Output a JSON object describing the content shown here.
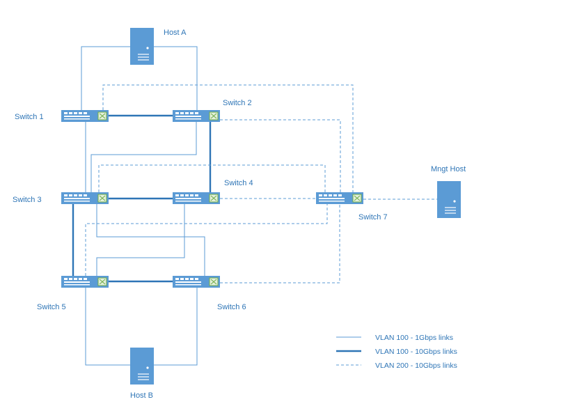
{
  "nodes": {
    "host_a": {
      "label": "Host A"
    },
    "host_b": {
      "label": "Host B"
    },
    "mngt_host": {
      "label": "Mngt Host"
    },
    "switch_1": {
      "label": "Switch 1"
    },
    "switch_2": {
      "label": "Switch 2"
    },
    "switch_3": {
      "label": "Switch 3"
    },
    "switch_4": {
      "label": "Switch 4"
    },
    "switch_5": {
      "label": "Switch 5"
    },
    "switch_6": {
      "label": "Switch 6"
    },
    "switch_7": {
      "label": "Switch 7"
    }
  },
  "legend": [
    {
      "label": "VLAN 100 - 1Gbps links",
      "style": "solid-thin"
    },
    {
      "label": "VLAN 100 - 10Gbps links",
      "style": "solid-thick"
    },
    {
      "label": "VLAN 200 - 10Gbps links",
      "style": "dashed"
    }
  ],
  "colors": {
    "line": "#5b9bd5",
    "thick_line": "#2e75b6",
    "device": "#5b9bd5",
    "label": "#2e75b6",
    "switch_accent": "#70ad47"
  }
}
